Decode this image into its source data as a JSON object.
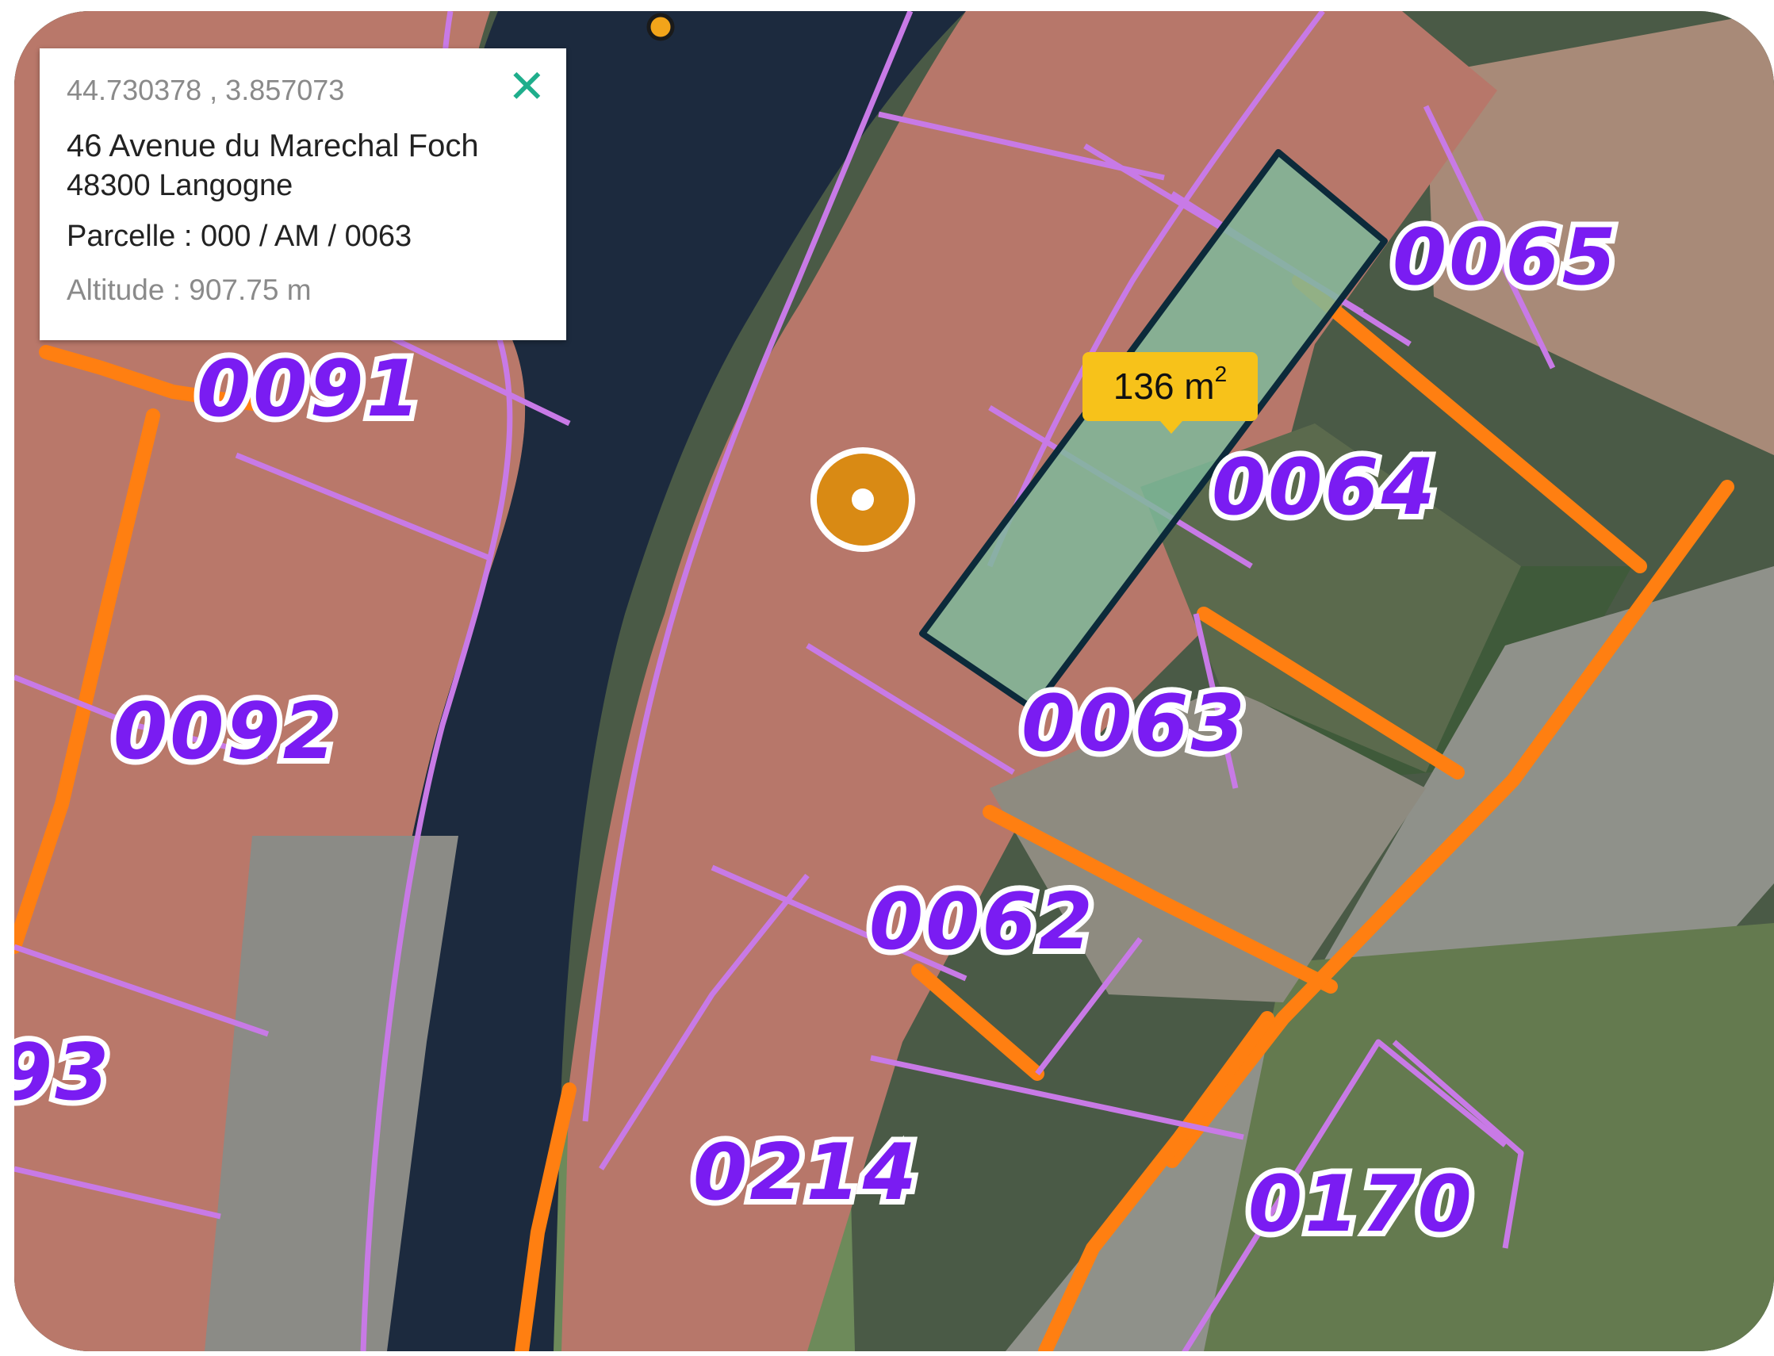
{
  "popup": {
    "coords": "44.730378 , 3.857073",
    "address_line1": "46 Avenue du Marechal Foch",
    "address_line2": "48300 Langogne",
    "parcel": "Parcelle : 000 / AM / 0063",
    "altitude": "Altitude : 907.75 m",
    "close_icon": "close-icon",
    "close_color": "#1fae8c"
  },
  "measure": {
    "value": "136 m",
    "exponent": "2",
    "color": "#f7c21a"
  },
  "parcel_labels": {
    "p0065": "0065",
    "p0091": "0091",
    "p0064": "0064",
    "p0092": "0092",
    "p0063": "0063",
    "p0062": "0062",
    "p93": "93",
    "p0214": "0214",
    "p0170": "0170"
  },
  "colors": {
    "section_boundary": "#ff7f11",
    "parcel_boundary": "#b77cf0",
    "building_boundary": "#d77ad8",
    "measure_fill": "#7fb89a",
    "measure_outline": "#0c2a3a",
    "location_marker": "#d98a14",
    "label": "#7a1cf2"
  },
  "icons": {
    "location_marker": "location-marker-icon"
  }
}
